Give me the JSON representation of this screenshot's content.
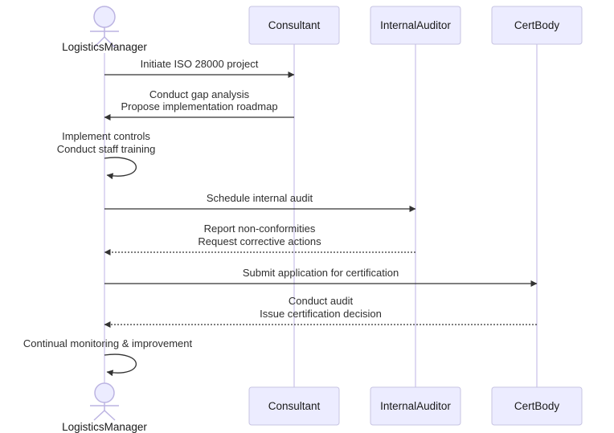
{
  "diagram": {
    "kind": "sequence-diagram",
    "actor": {
      "name": "LogisticsManager"
    },
    "participants": [
      {
        "name": "Consultant"
      },
      {
        "name": "InternalAuditor"
      },
      {
        "name": "CertBody"
      }
    ],
    "messages": [
      {
        "from": "LogisticsManager",
        "to": "Consultant",
        "style": "solid",
        "lines": [
          "Initiate ISO 28000 project"
        ]
      },
      {
        "from": "Consultant",
        "to": "LogisticsManager",
        "style": "solid",
        "lines": [
          "Conduct gap analysis",
          "Propose implementation roadmap"
        ]
      },
      {
        "from": "LogisticsManager",
        "to": "LogisticsManager",
        "style": "self",
        "lines": [
          "Implement controls",
          "Conduct staff training"
        ]
      },
      {
        "from": "LogisticsManager",
        "to": "InternalAuditor",
        "style": "solid",
        "lines": [
          "Schedule internal audit"
        ]
      },
      {
        "from": "InternalAuditor",
        "to": "LogisticsManager",
        "style": "dotted",
        "lines": [
          "Report non-conformities",
          "Request corrective actions"
        ]
      },
      {
        "from": "LogisticsManager",
        "to": "CertBody",
        "style": "solid",
        "lines": [
          "Submit application for certification"
        ]
      },
      {
        "from": "CertBody",
        "to": "LogisticsManager",
        "style": "dotted",
        "lines": [
          "Conduct audit",
          "Issue certification decision"
        ]
      },
      {
        "from": "LogisticsManager",
        "to": "LogisticsManager",
        "style": "self",
        "lines": [
          "Continual monitoring & improvement"
        ]
      }
    ],
    "colors": {
      "participant_fill": "#ECECFF",
      "participant_border": "#c7c4e2",
      "lifeline": "#cfc9ec",
      "actor_stroke": "#bcb4e2",
      "message_line": "#333333",
      "message_text": "#2f2f2f",
      "background": "#ffffff"
    }
  }
}
